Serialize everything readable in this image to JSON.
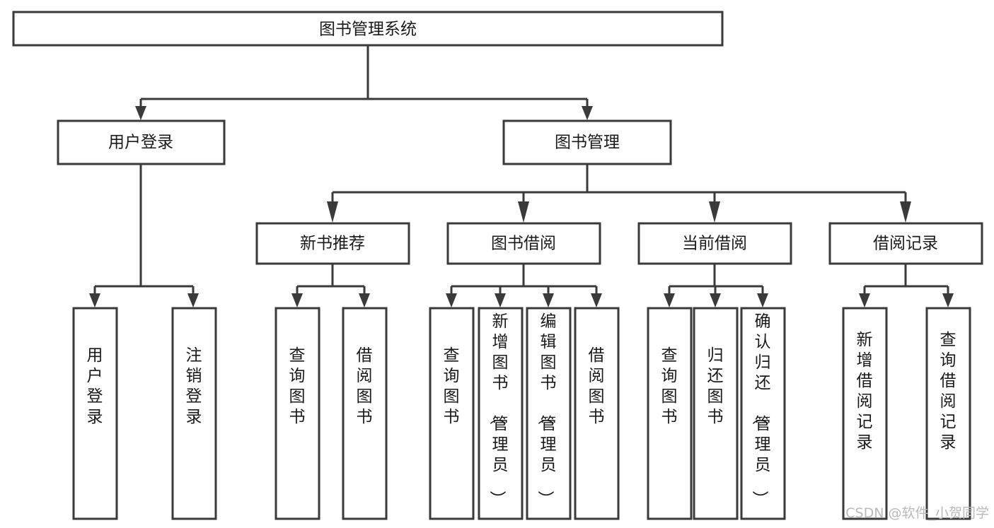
{
  "diagram": {
    "title": "图书管理系统",
    "type": "tree-hierarchy",
    "levels": 4,
    "colors": {
      "box_stroke": "#3a3a3a",
      "box_fill": "#ffffff",
      "connector": "#3a3a3a",
      "label_text": "#1a1a1a",
      "watermark": "#b9b9b9",
      "background": "#ffffff"
    },
    "root": {
      "label": "图书管理系统"
    },
    "level2": [
      {
        "label": "用户登录"
      },
      {
        "label": "图书管理"
      }
    ],
    "level3": [
      {
        "label": "新书推荐"
      },
      {
        "label": "图书借阅"
      },
      {
        "label": "当前借阅"
      },
      {
        "label": "借阅记录"
      }
    ],
    "leaves": {
      "user_login": [
        {
          "label": "用户登录"
        },
        {
          "label": "注销登录"
        }
      ],
      "new_book_recommend": [
        {
          "label": "查询图书"
        },
        {
          "label": "借阅图书"
        }
      ],
      "book_borrow": [
        {
          "label": "查询图书"
        },
        {
          "label": "新增图书（管理员）"
        },
        {
          "label": "编辑图书（管理员）"
        },
        {
          "label": "借阅图书"
        }
      ],
      "current_borrow": [
        {
          "label": "查询图书"
        },
        {
          "label": "归还图书"
        },
        {
          "label": "确认归还（管理员）"
        }
      ],
      "borrow_record": [
        {
          "label": "新增借阅记录"
        },
        {
          "label": "查询借阅记录"
        }
      ]
    }
  },
  "watermark": {
    "text": "CSDN @软件_小贺同学"
  }
}
